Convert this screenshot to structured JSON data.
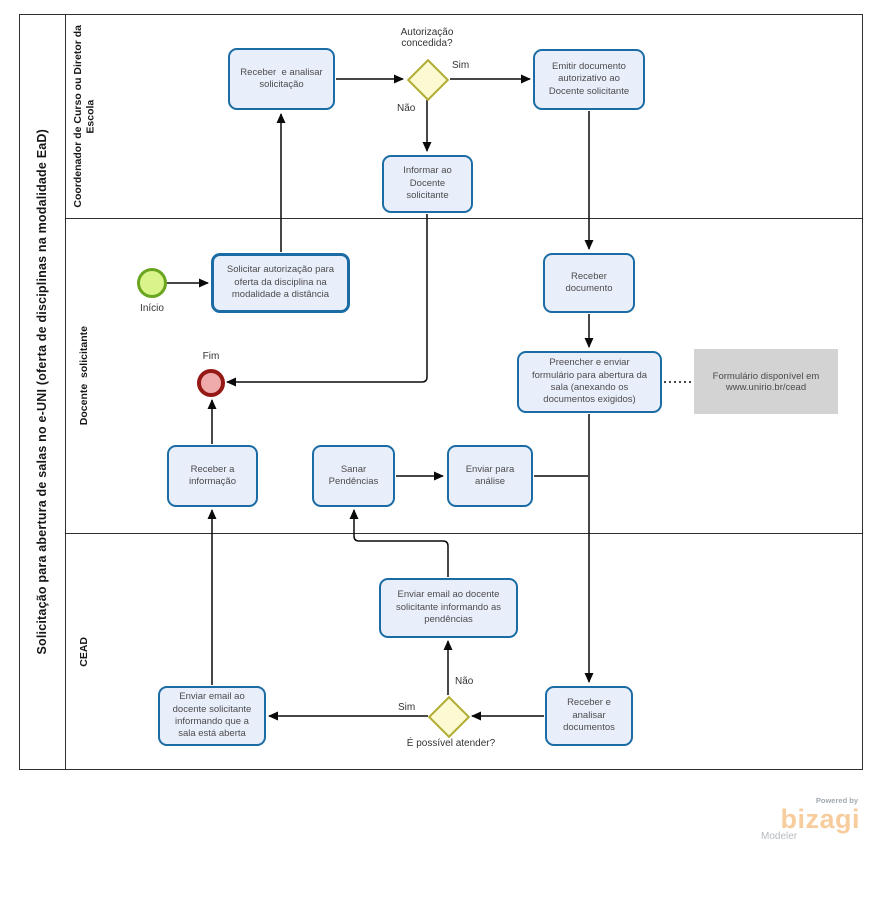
{
  "diagram": {
    "pool_title": "Solicitação para abertura de salas no e-UNI (oferta de disciplinas na modalidade EaD)",
    "lanes": [
      {
        "label": "Coordenador de Curso ou Diretor da\nEscola"
      },
      {
        "label": "Docente  solicitante"
      },
      {
        "label": "CEAD"
      }
    ]
  },
  "events": {
    "start": {
      "label": "Início"
    },
    "end": {
      "label": "Fim"
    }
  },
  "tasks": [
    {
      "label": "Receber  e analisar\nsolicitação"
    },
    {
      "label": "Emitir documento\nautorizativo ao\nDocente solicitante"
    },
    {
      "label": "Informar ao\nDocente\nsolicitante"
    },
    {
      "label": "Solicitar autorização para\noferta da disciplina na\nmodalidade a distância"
    },
    {
      "label": "Receber\ndocumento"
    },
    {
      "label": "Preencher e enviar\nformulário para abertura da\nsala (anexando os\ndocumentos exigidos)"
    },
    {
      "label": "Receber a\ninformação"
    },
    {
      "label": "Sanar\nPendências"
    },
    {
      "label": "Enviar para\nanálise"
    },
    {
      "label": "Enviar email ao docente\nsolicitante informando as\npendências"
    },
    {
      "label": "Receber e\nanalisar\ndocumentos"
    },
    {
      "label": "Enviar email ao\ndocente solicitante\ninformando que a\nsala está aberta"
    }
  ],
  "gateways": [
    {
      "question": "Autorização\nconcedida?",
      "yes_label": "Sim",
      "no_label": "Não"
    },
    {
      "question": "É possível atender?",
      "yes_label": "Sim",
      "no_label": "Não"
    }
  ],
  "annotation": {
    "text": "Formulário disponível em\nwww.unirio.br/cead"
  },
  "watermark": {
    "powered_by": "Powered by",
    "brand": "bizagi",
    "product": "Modeler"
  },
  "colors": {
    "task_fill": "#e9eefb",
    "task_border": "#1b6ca5",
    "gateway_fill": "#fbfad3",
    "gateway_border": "#b1ad33",
    "start_fill": "#d9f48b",
    "start_border": "#69a51e",
    "end_fill": "#efabab",
    "end_border": "#951a15",
    "annotation_fill": "#d3d3d3",
    "brand_orange": "#f8cd9e"
  }
}
